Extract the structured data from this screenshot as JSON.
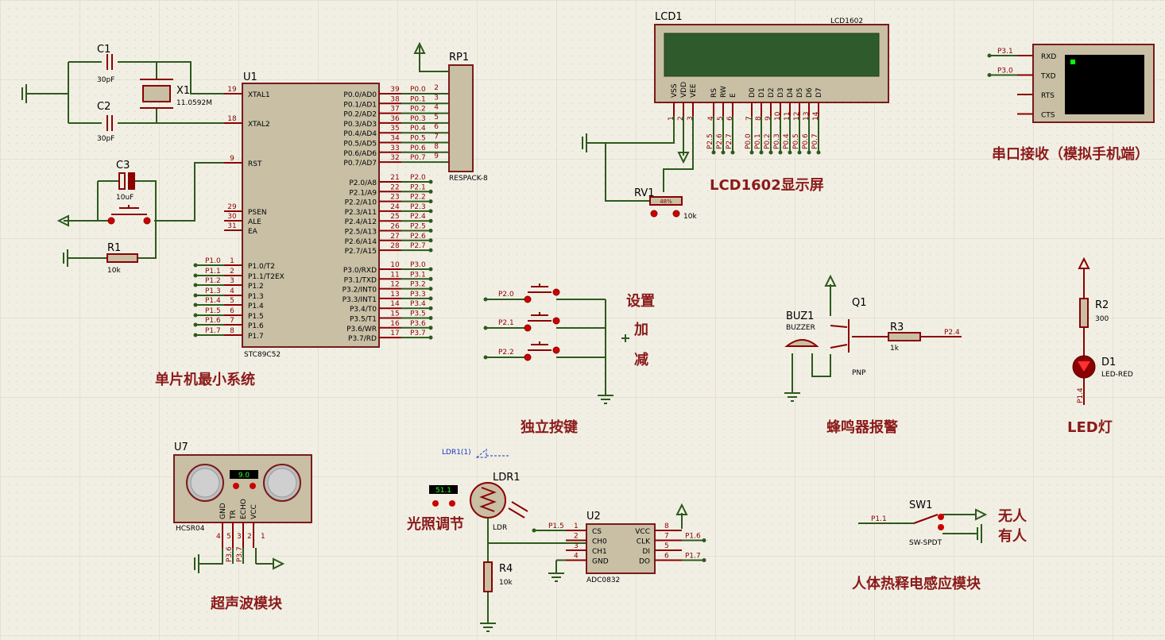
{
  "colors": {
    "background": "#f1efe4",
    "grid": "#ddd9c8",
    "wire": "#2d5a1c",
    "component": "#8b0000",
    "body": "#c8bfa5",
    "section_label": "#8b1a1a"
  },
  "sections": {
    "mcu": "单片机最小系统",
    "lcd": "LCD1602显示屏",
    "serial": "串口接收（模拟手机端）",
    "keys": "独立按键",
    "key_set": "设置",
    "key_add": "加",
    "key_sub": "减",
    "buzzer": "蜂鸣器报警",
    "led": "LED灯",
    "ultrasonic": "超声波模块",
    "light": "光照调节",
    "pir": "人体热释电感应模块",
    "pir_none": "无人",
    "pir_present": "有人"
  },
  "components": {
    "c1": {
      "ref": "C1",
      "value": "30pF"
    },
    "c2": {
      "ref": "C2",
      "value": "30pF"
    },
    "c3": {
      "ref": "C3",
      "value": "10uF"
    },
    "x1": {
      "ref": "X1",
      "value": "11.0592M"
    },
    "r1": {
      "ref": "R1",
      "value": "10k"
    },
    "u1": {
      "ref": "U1",
      "part": "STC89C52"
    },
    "rp1": {
      "ref": "RP1",
      "part": "RESPACK-8"
    },
    "lcd1": {
      "ref": "LCD1",
      "part": "LCD1602"
    },
    "rv1": {
      "ref": "RV1",
      "value": "10k",
      "reading": "48%"
    },
    "q1": {
      "ref": "Q1",
      "part": "PNP"
    },
    "buz1": {
      "ref": "BUZ1",
      "part": "BUZZER"
    },
    "r3": {
      "ref": "R3",
      "value": "1k"
    },
    "r2": {
      "ref": "R2",
      "value": "300"
    },
    "d1": {
      "ref": "D1",
      "part": "LED-RED"
    },
    "u7": {
      "ref": "U7",
      "part": "HCSR04",
      "display": "9.0"
    },
    "ldr1": {
      "ref": "LDR1",
      "part": "LDR",
      "probe": "LDR1(1)",
      "display": "51.1"
    },
    "r4": {
      "ref": "R4",
      "value": "10k"
    },
    "u2": {
      "ref": "U2",
      "part": "ADC0832"
    },
    "sw1": {
      "ref": "SW1",
      "part": "SW-SPDT"
    }
  },
  "u1_left": [
    {
      "num": "19",
      "name": "XTAL1"
    },
    {
      "num": "18",
      "name": "XTAL2"
    },
    {
      "num": "9",
      "name": "RST"
    },
    {
      "num": "29",
      "name": "PSEN"
    },
    {
      "num": "30",
      "name": "ALE"
    },
    {
      "num": "31",
      "name": "EA"
    },
    {
      "num": "1",
      "name": "P1.0/T2",
      "net": "P1.0"
    },
    {
      "num": "2",
      "name": "P1.1/T2EX",
      "net": "P1.1"
    },
    {
      "num": "3",
      "name": "P1.2",
      "net": "P1.2"
    },
    {
      "num": "4",
      "name": "P1.3",
      "net": "P1.3"
    },
    {
      "num": "5",
      "name": "P1.4",
      "net": "P1.4"
    },
    {
      "num": "6",
      "name": "P1.5",
      "net": "P1.5"
    },
    {
      "num": "7",
      "name": "P1.6",
      "net": "P1.6"
    },
    {
      "num": "8",
      "name": "P1.7",
      "net": "P1.7"
    }
  ],
  "u1_right": [
    {
      "num": "39",
      "name": "P0.0/AD0",
      "net": "P0.0"
    },
    {
      "num": "38",
      "name": "P0.1/AD1",
      "net": "P0.1"
    },
    {
      "num": "37",
      "name": "P0.2/AD2",
      "net": "P0.2"
    },
    {
      "num": "36",
      "name": "P0.3/AD3",
      "net": "P0.3"
    },
    {
      "num": "35",
      "name": "P0.4/AD4",
      "net": "P0.4"
    },
    {
      "num": "34",
      "name": "P0.5/AD5",
      "net": "P0.5"
    },
    {
      "num": "33",
      "name": "P0.6/AD6",
      "net": "P0.6"
    },
    {
      "num": "32",
      "name": "P0.7/AD7",
      "net": "P0.7"
    },
    {
      "num": "21",
      "name": "P2.0/A8",
      "net": "P2.0"
    },
    {
      "num": "22",
      "name": "P2.1/A9",
      "net": "P2.1"
    },
    {
      "num": "23",
      "name": "P2.2/A10",
      "net": "P2.2"
    },
    {
      "num": "24",
      "name": "P2.3/A11",
      "net": "P2.3"
    },
    {
      "num": "25",
      "name": "P2.4/A12",
      "net": "P2.4"
    },
    {
      "num": "26",
      "name": "P2.5/A13",
      "net": "P2.5"
    },
    {
      "num": "27",
      "name": "P2.6/A14",
      "net": "P2.6"
    },
    {
      "num": "28",
      "name": "P2.7/A15",
      "net": "P2.7"
    },
    {
      "num": "10",
      "name": "P3.0/RXD",
      "net": "P3.0"
    },
    {
      "num": "11",
      "name": "P3.1/TXD",
      "net": "P3.1"
    },
    {
      "num": "12",
      "name": "P3.2/INT0",
      "net": "P3.2"
    },
    {
      "num": "13",
      "name": "P3.3/INT1",
      "net": "P3.3"
    },
    {
      "num": "14",
      "name": "P3.4/T0",
      "net": "P3.4"
    },
    {
      "num": "15",
      "name": "P3.5/T1",
      "net": "P3.5"
    },
    {
      "num": "16",
      "name": "P3.6/WR",
      "net": "P3.6"
    },
    {
      "num": "17",
      "name": "P3.7/RD",
      "net": "P3.7"
    }
  ],
  "rp1_pins": [
    "2",
    "3",
    "4",
    "5",
    "6",
    "7",
    "8",
    "9"
  ],
  "lcd_pins": [
    {
      "name": "VSS",
      "num": "1",
      "net": ""
    },
    {
      "name": "VDD",
      "num": "2",
      "net": ""
    },
    {
      "name": "VEE",
      "num": "3",
      "net": ""
    },
    {
      "name": "RS",
      "num": "4",
      "net": "P2.5"
    },
    {
      "name": "RW",
      "num": "5",
      "net": "P2.6"
    },
    {
      "name": "E",
      "num": "6",
      "net": "P2.7"
    },
    {
      "name": "D0",
      "num": "7",
      "net": "P0.0"
    },
    {
      "name": "D1",
      "num": "8",
      "net": "P0.1"
    },
    {
      "name": "D2",
      "num": "9",
      "net": "P0.2"
    },
    {
      "name": "D3",
      "num": "10",
      "net": "P0.3"
    },
    {
      "name": "D4",
      "num": "11",
      "net": "P0.4"
    },
    {
      "name": "D5",
      "num": "12",
      "net": "P0.5"
    },
    {
      "name": "D6",
      "num": "13",
      "net": "P0.6"
    },
    {
      "name": "D7",
      "num": "14",
      "net": "P0.7"
    }
  ],
  "terminal_pins": [
    {
      "name": "RXD",
      "net": "P3.1"
    },
    {
      "name": "TXD",
      "net": "P3.0"
    },
    {
      "name": "RTS",
      "net": ""
    },
    {
      "name": "CTS",
      "net": ""
    }
  ],
  "keys": [
    "P2.0",
    "P2.1",
    "P2.2"
  ],
  "buzzer_net": "P2.4",
  "led_net": "P1.4",
  "hcsr_pins": [
    {
      "name": "GND",
      "num": "4",
      "net": ""
    },
    {
      "name": "TR",
      "num": "5",
      "net": "P3.6"
    },
    {
      "name": "ECHO",
      "num": "3",
      "net": "P3.7"
    },
    {
      "name": "VCC",
      "num": "2",
      "net": ""
    },
    {
      "extra": "1"
    }
  ],
  "adc_left": [
    {
      "num": "1",
      "name": "CS",
      "net": "P1.5"
    },
    {
      "num": "2",
      "name": "CH0"
    },
    {
      "num": "3",
      "name": "CH1"
    },
    {
      "num": "4",
      "name": "GND"
    }
  ],
  "adc_right": [
    {
      "num": "8",
      "name": "VCC"
    },
    {
      "num": "7",
      "name": "CLK",
      "net": "P1.6"
    },
    {
      "num": "5",
      "name": "DI"
    },
    {
      "num": "6",
      "name": "DO",
      "net": "P1.7"
    }
  ],
  "sw_net": "P1.1"
}
